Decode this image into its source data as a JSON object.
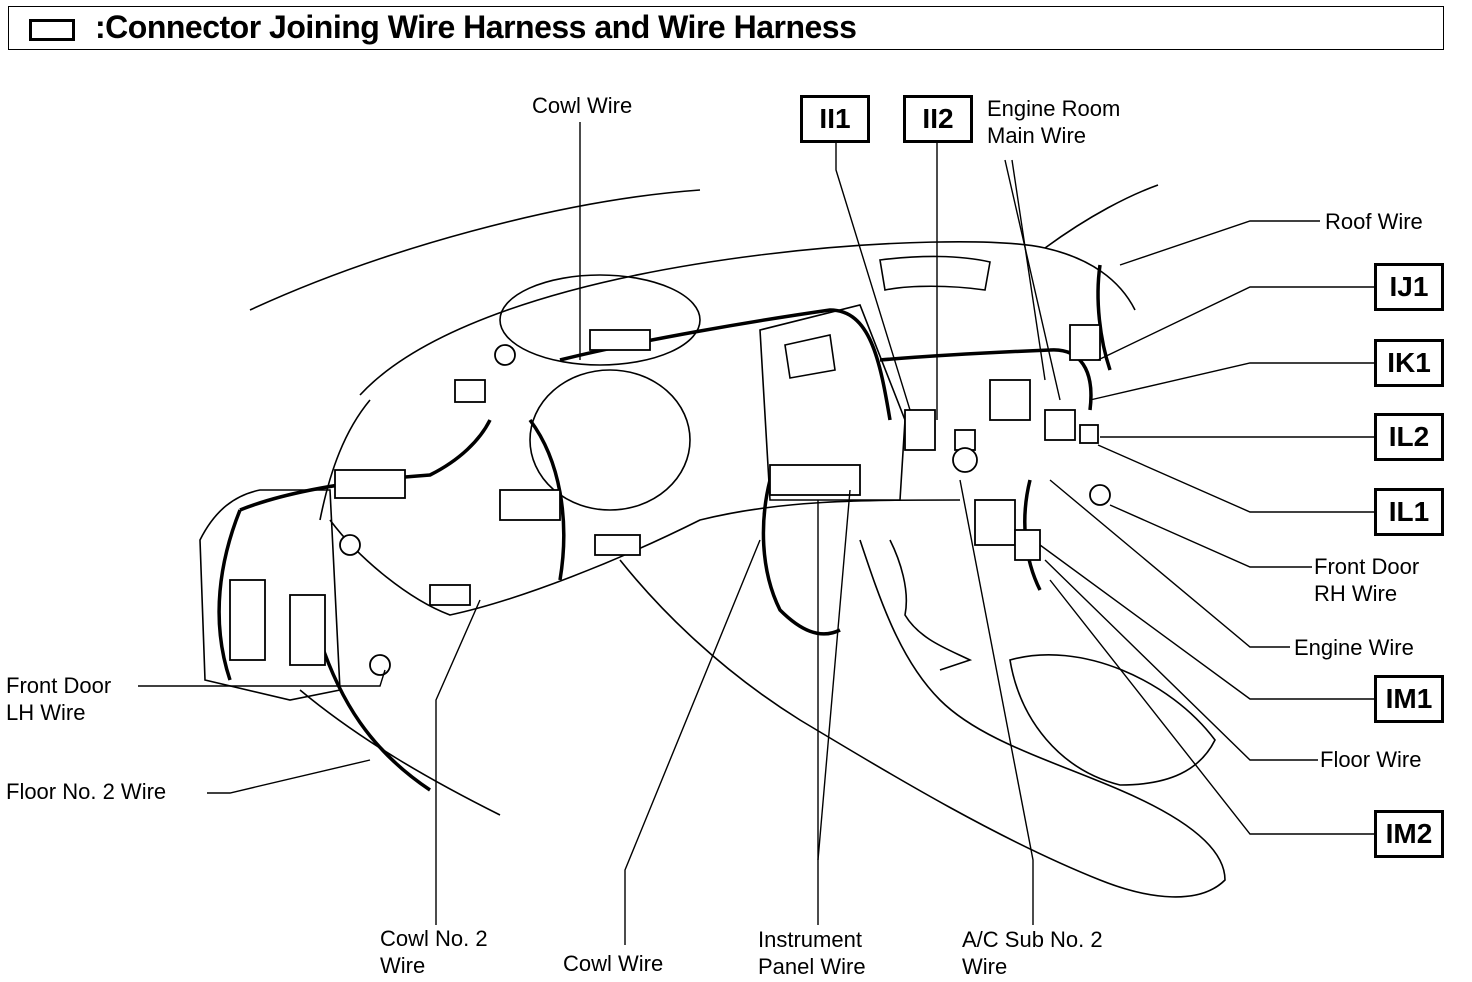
{
  "header": {
    "title": ":Connector Joining Wire Harness and Wire Harness"
  },
  "connector_codes": {
    "ii1": "II1",
    "ii2": "II2",
    "ij1": "IJ1",
    "ik1": "IK1",
    "il2": "IL2",
    "il1": "IL1",
    "im1": "IM1",
    "im2": "IM2"
  },
  "labels": {
    "cowl_wire_top": "Cowl Wire",
    "engine_room_main_line1": "Engine Room",
    "engine_room_main_line2": "Main Wire",
    "roof_wire": "Roof Wire",
    "front_door_rh_line1": "Front Door",
    "front_door_rh_line2": "RH Wire",
    "engine_wire": "Engine Wire",
    "floor_wire": "Floor Wire",
    "front_door_lh_line1": "Front Door",
    "front_door_lh_line2": "LH Wire",
    "floor_no2_wire": "Floor No. 2 Wire",
    "cowl_no2_line1": "Cowl No. 2",
    "cowl_no2_line2": "Wire",
    "cowl_wire_bottom": "Cowl Wire",
    "instrument_panel_line1": "Instrument",
    "instrument_panel_line2": "Panel Wire",
    "ac_sub_no2_line1": "A/C Sub No. 2",
    "ac_sub_no2_line2": "Wire"
  }
}
